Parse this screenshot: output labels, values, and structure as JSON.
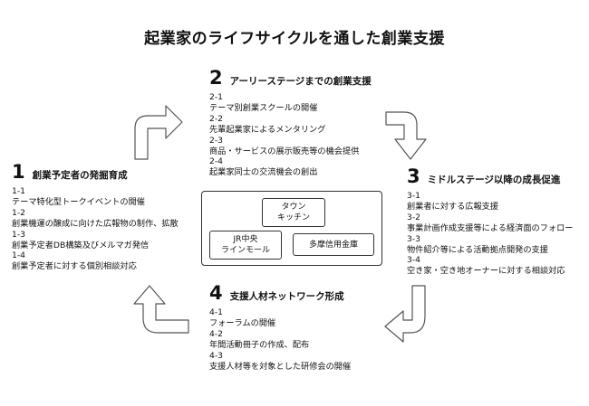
{
  "title": "起業家のライフサイクルを通した創業支援",
  "stages": [
    {
      "number": "1",
      "title": "創業予定者の発掘育成",
      "items": [
        "1-1",
        "テーマ特化型トークイベントの開催",
        "1-2",
        "創業機運の醸成に向けた広報物の制作、拡散",
        "1-3",
        "創業予定者DB構築及びメルマガ発信",
        "1-4",
        "創業予定者に対する個別相談対応"
      ]
    },
    {
      "number": "2",
      "title": "アーリーステージまでの創業支援",
      "items": [
        "2-1",
        "テーマ別創業スクールの開催",
        "2-2",
        "先輩起業家によるメンタリング",
        "2-3",
        "商品・サービスの展示販売等の機会提供",
        "2-4",
        "起業家同士の交流機会の創出"
      ]
    },
    {
      "number": "3",
      "title": "ミドルステージ以降の成長促進",
      "items": [
        "3-1",
        "創業者に対する広報支援",
        "3-2",
        "事業計画作成支援等による経済面のフォロー",
        "3-3",
        "物件紹介等による活動拠点開発の支援",
        "3-4",
        "空き家・空き地オーナーに対する相談対応"
      ]
    },
    {
      "number": "4",
      "title": "支援人材ネットワーク形成",
      "items": [
        "4-1",
        "フォーラムの開催",
        "4-2",
        "年間活動冊子の作成、配布",
        "4-3",
        "支援人材等を対象とした研修会の開催"
      ]
    }
  ],
  "center": {
    "town_line1": "タウン",
    "town_line2": "キッチン",
    "jr_line1": "JR中央",
    "jr_line2": "ラインモール",
    "tama": "多摩信用金庫"
  },
  "colors": {
    "text": "#111111",
    "box_border": "#333333",
    "arrow_stroke": "#555555",
    "arrow_fill": "#ffffff"
  }
}
